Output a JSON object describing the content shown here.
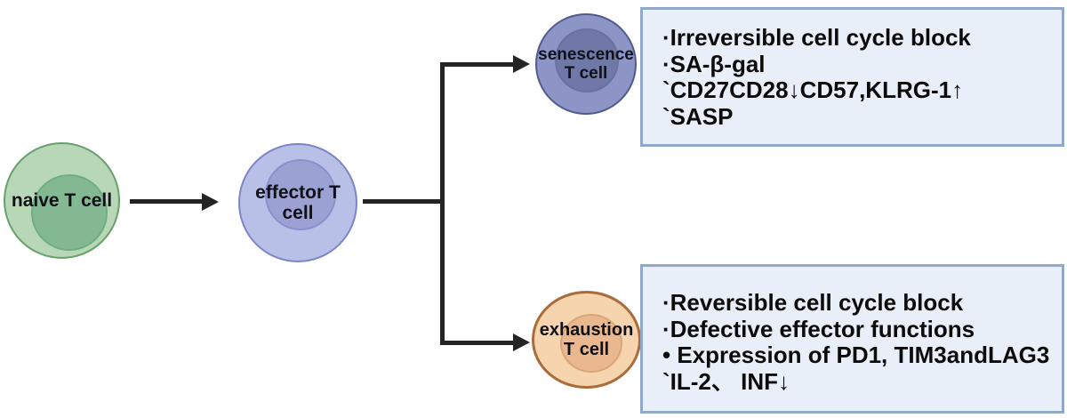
{
  "cells": {
    "naive": {
      "label_lines": [
        "naive T cell"
      ]
    },
    "effector": {
      "label_lines": [
        "effector T",
        "cell"
      ]
    },
    "senescence": {
      "label_lines": [
        "senescence",
        "T cell"
      ]
    },
    "exhaustion": {
      "label_lines": [
        "exhaustion",
        "T cell"
      ]
    }
  },
  "boxes": {
    "senescence": {
      "lines": [
        "·Irreversible cell cycle block",
        "·SA-β-gal",
        "`CD27CD28↓CD57,KLRG-1↑",
        "`SASP"
      ]
    },
    "exhaustion": {
      "lines": [
        "·Reversible cell cycle block",
        "·Defective effector functions",
        "• Expression of PD1, TIM3andLAG3",
        "`IL-2、 INF↓"
      ]
    }
  },
  "colors": {
    "naive_outer": "#b7d7b7",
    "naive_inner": "#84b892",
    "naive_border": "#68a06e",
    "effector_outer": "#b8c0e7",
    "effector_inner": "#9ba1d3",
    "effector_border": "#7c85c6",
    "senescence_outer": "#8c95c5",
    "senescence_inner": "#7078a8",
    "senescence_border": "#535b8d",
    "exhaustion_outer": "#f6d4ae",
    "exhaustion_inner": "#eab88e",
    "exhaustion_border": "#aa6c3a",
    "box_fill": "#e9eff8",
    "box_border": "#92a8c9",
    "arrow": "#242424",
    "text": "#0c0c0c"
  }
}
